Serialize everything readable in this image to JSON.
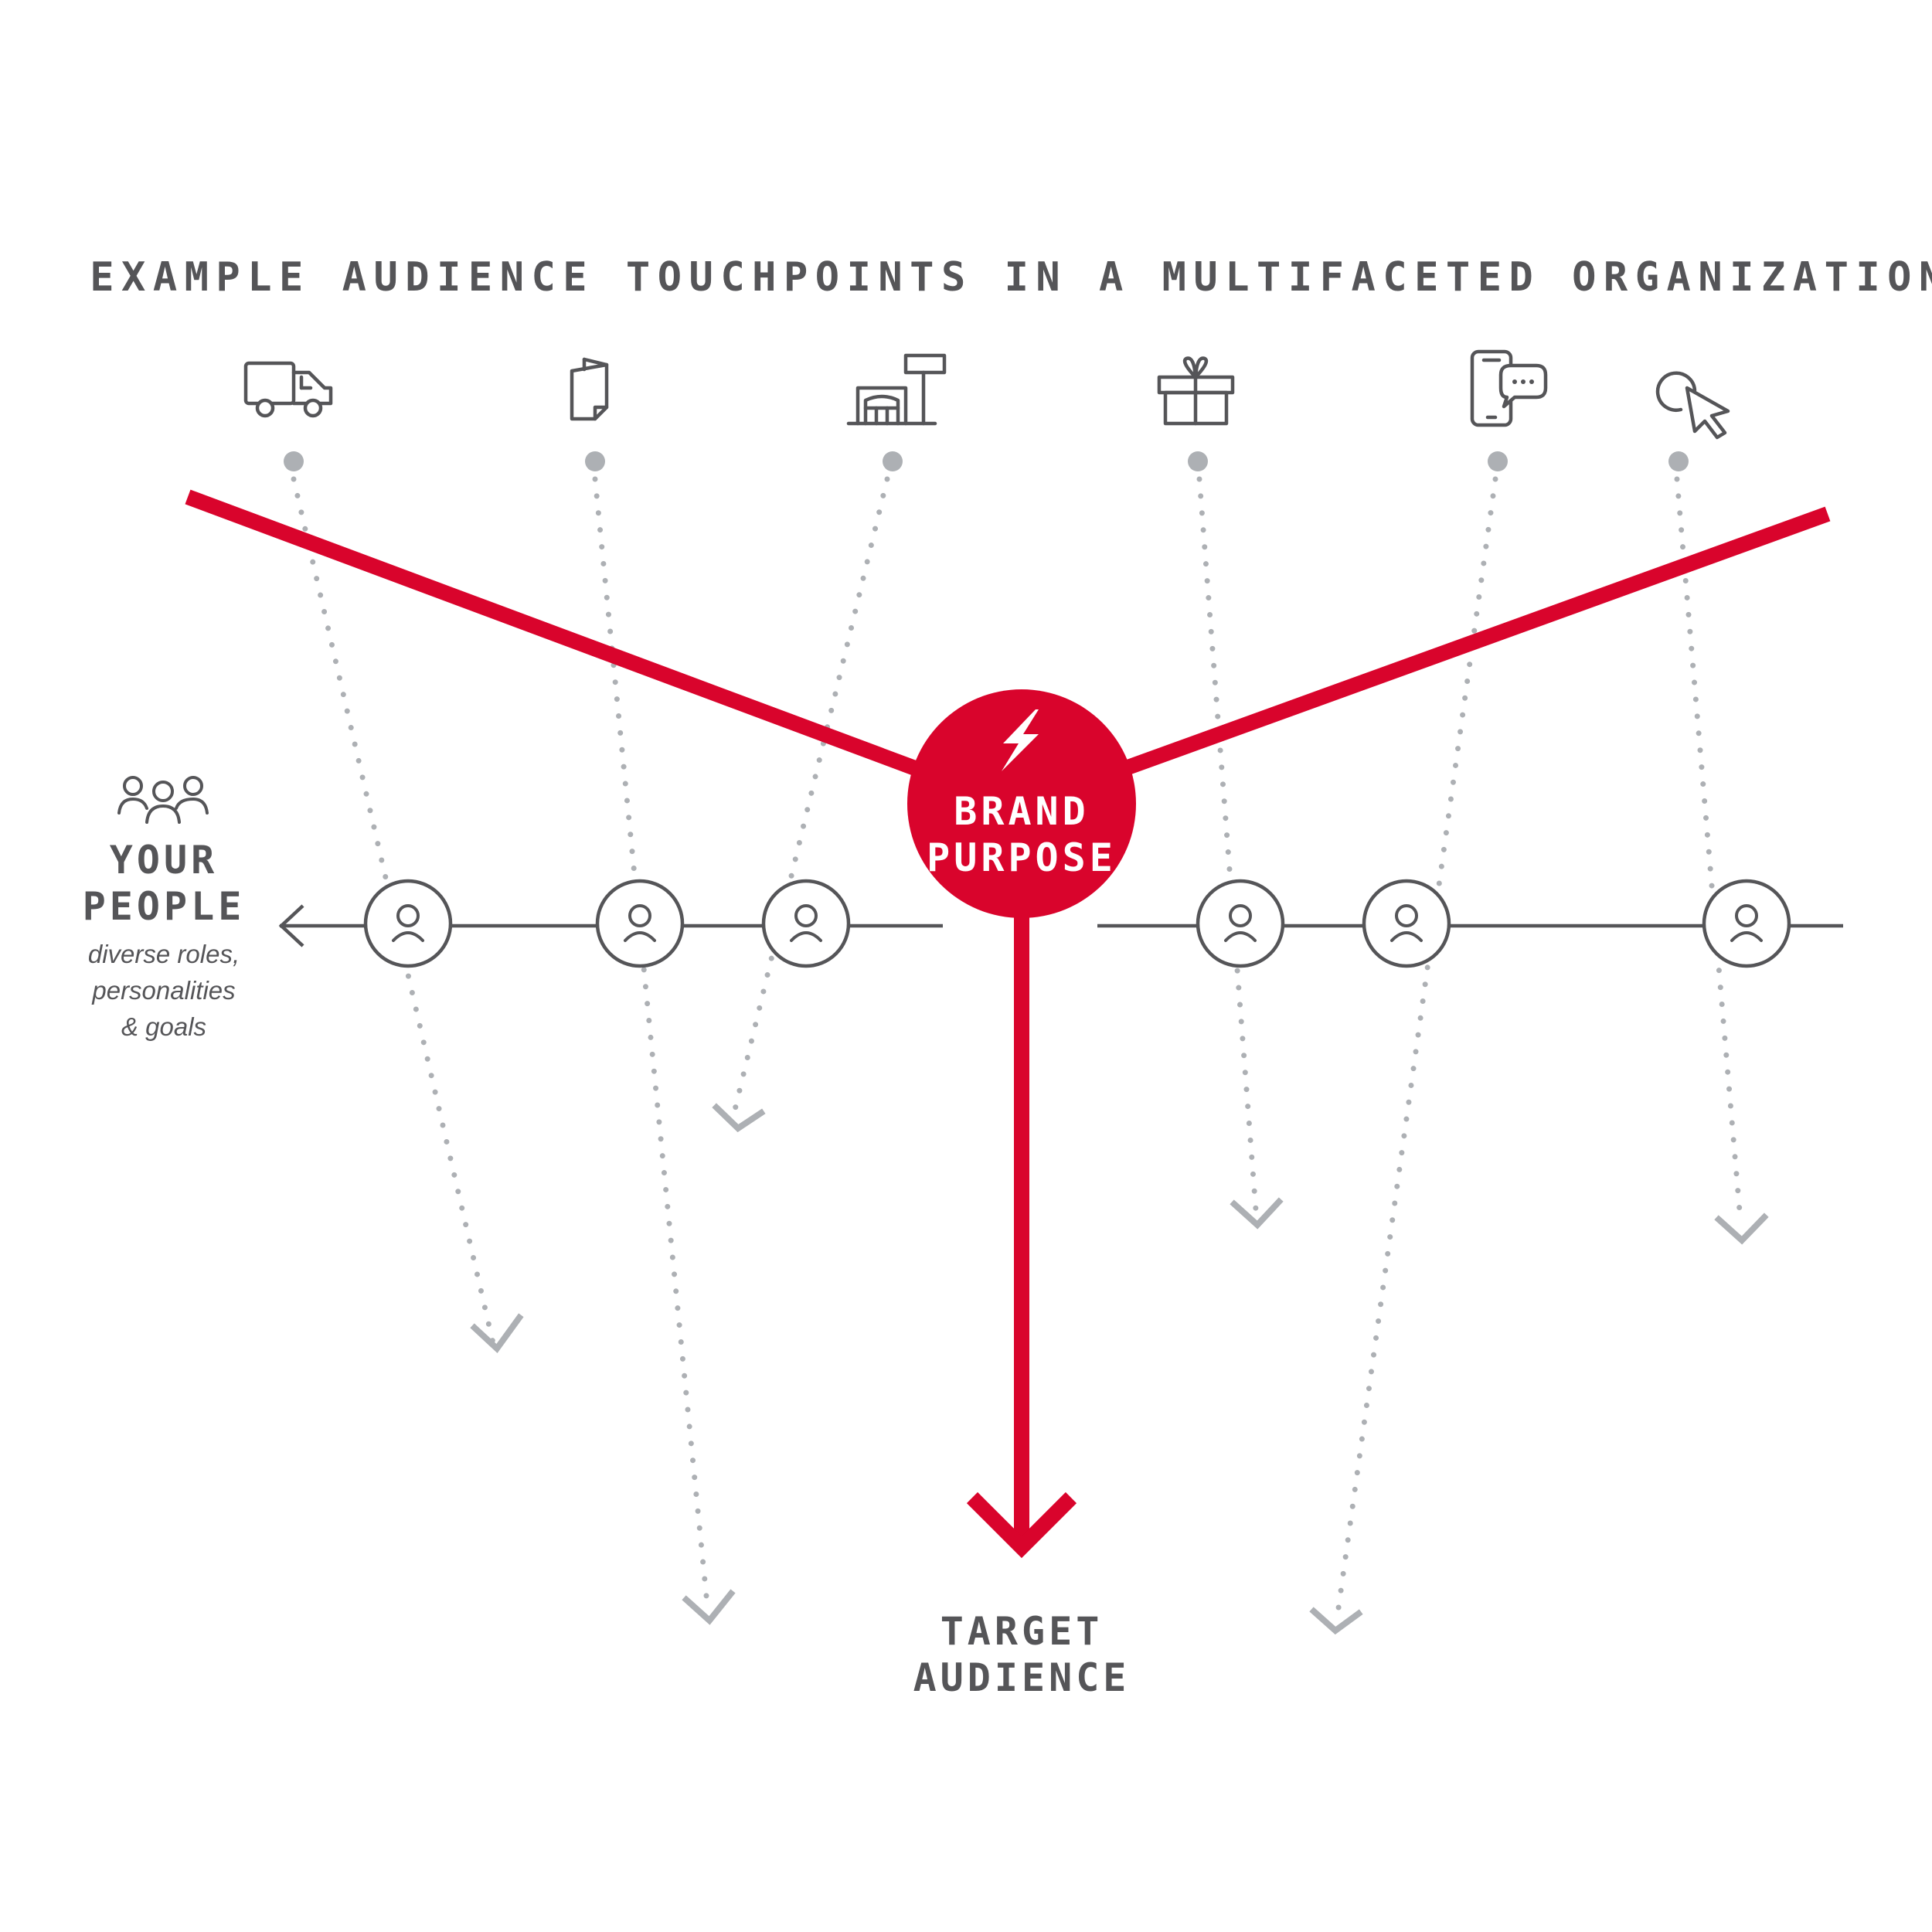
{
  "title": "EXAMPLE AUDIENCE TOUCHPOINTS IN A MULTIFACETED ORGANIZATION",
  "center": {
    "line1": "BRAND",
    "line2": "PURPOSE",
    "icon": "lightning-bolt-icon"
  },
  "people": {
    "line1": "YOUR",
    "line2": "PEOPLE",
    "caption1": "diverse roles,",
    "caption2": "personalities",
    "caption3": "& goals",
    "icon": "people-group-icon"
  },
  "target": {
    "line1": "TARGET",
    "line2": "AUDIENCE"
  },
  "touchpoints": [
    {
      "id": "delivery-truck",
      "icon": "delivery-truck-icon"
    },
    {
      "id": "brochure",
      "icon": "folded-brochure-icon"
    },
    {
      "id": "storefront",
      "icon": "storefront-sign-icon"
    },
    {
      "id": "gift",
      "icon": "gift-box-icon"
    },
    {
      "id": "mobile",
      "icon": "mobile-chat-icon"
    },
    {
      "id": "web",
      "icon": "cursor-click-icon"
    }
  ],
  "colors": {
    "brand_red": "#d9042c",
    "dark_gray": "#555558",
    "dot_gray": "#adb0b4",
    "background": "#ffffff"
  }
}
